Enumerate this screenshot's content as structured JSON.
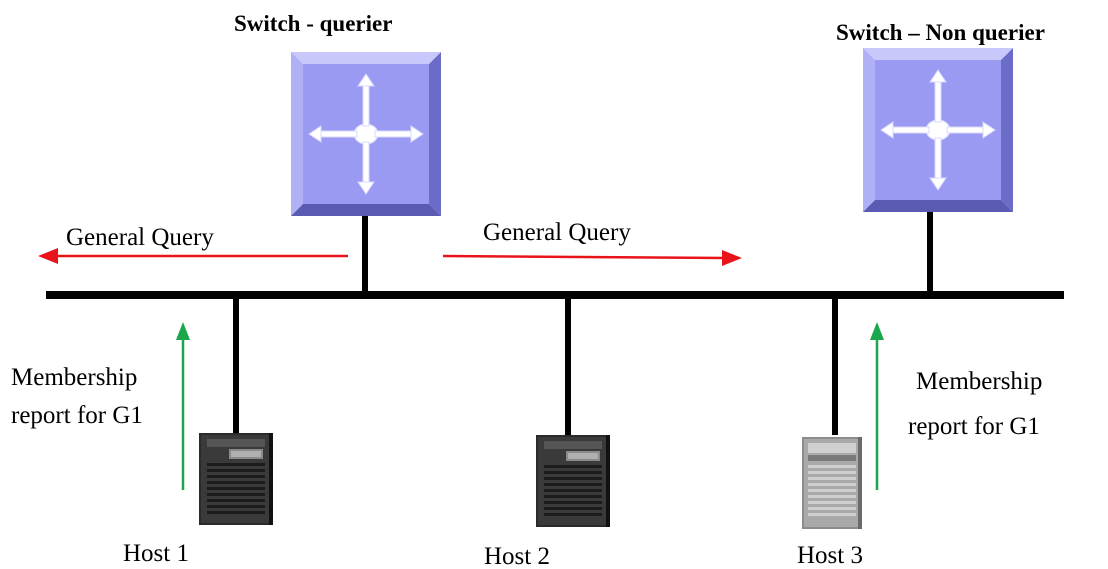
{
  "switches": [
    {
      "title": "Switch - querier",
      "icon": "switch-icon",
      "role": "querier"
    },
    {
      "title": "Switch – Non querier",
      "icon": "switch-icon",
      "role": "non-querier"
    }
  ],
  "queries": [
    {
      "label": "General Query",
      "direction": "left"
    },
    {
      "label": "General Query",
      "direction": "right"
    }
  ],
  "reports": [
    {
      "line1": "Membership",
      "line2": "report for G1"
    },
    {
      "line1": "Membership",
      "line2": "report for G1"
    }
  ],
  "hosts": [
    {
      "label": "Host 1",
      "icon": "server-tower-icon"
    },
    {
      "label": "Host 2",
      "icon": "server-tower-icon"
    },
    {
      "label": "Host 3",
      "icon": "server-tower-icon"
    }
  ],
  "colors": {
    "query_arrow": "#e8141a",
    "report_arrow": "#1aa64a",
    "switch_face": "#9a9af2",
    "bus": "#000000"
  }
}
